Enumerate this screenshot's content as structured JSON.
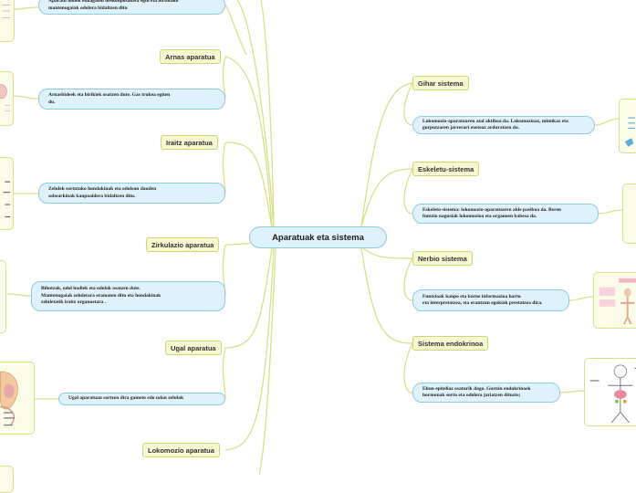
{
  "center": {
    "title": "Aparatuak eta sistema"
  },
  "left": [
    {
      "tag": "Arnas aparatua",
      "note": "Arnasbideek eta birikiek osatzen dute. Gas trukea egiten\ndu."
    },
    {
      "tag": "Iraitz aparatua",
      "note": "Zelulek sortutako hondakinak eta odolean dauden\nsobearkinak kanpoaldera bidaltzen ditu."
    },
    {
      "tag": "Zirkulazio aparatua",
      "note": "Bihotzak, odol hodiek eta odolak osatzen dute.\nMantenugaiak zeluletara eramaten ditu eta hondakinak\nzeluletatik iraitz organoetara ."
    },
    {
      "tag": "Ugal aparatua",
      "note": "Ugal aparatuan sortzen dira gameto edo udan zelulak"
    },
    {
      "tag": "Lokomozio aparatua"
    }
  ],
  "top_note": "Aparatu honek elikagaien deskonposaketa egin eta lortutako\nmantenugaiak odolera bidaltzen ditu",
  "right": [
    {
      "tag": "Gihar sistema",
      "note": "Lokomozio-aparatuaren atal aktiboa da. Lokomozioaz, mimikaz eta\ngorputzaren jarrerari eusteaz arduratzen da."
    },
    {
      "tag": "Eskeletu-sistema",
      "note": "Eskeleto-sistema: lokomozio-aparatuaren alde pasiboa da. Beren\nfuntzio nagusiak lokomozioa eta organoen babesa da."
    },
    {
      "tag": "Nerbio sistema",
      "note": "Funtzioak kanpo eta barne informazioa hartu\neta interpretatzea, eta erantzun egokiak prestatzea dira."
    },
    {
      "tag": "Sistema endokrinoa",
      "note": "Ehun epiteliaz osaturik dago. Gurnin endokrinoek\nhormonak sortu eta odolera jariatzen dituzte;"
    }
  ]
}
